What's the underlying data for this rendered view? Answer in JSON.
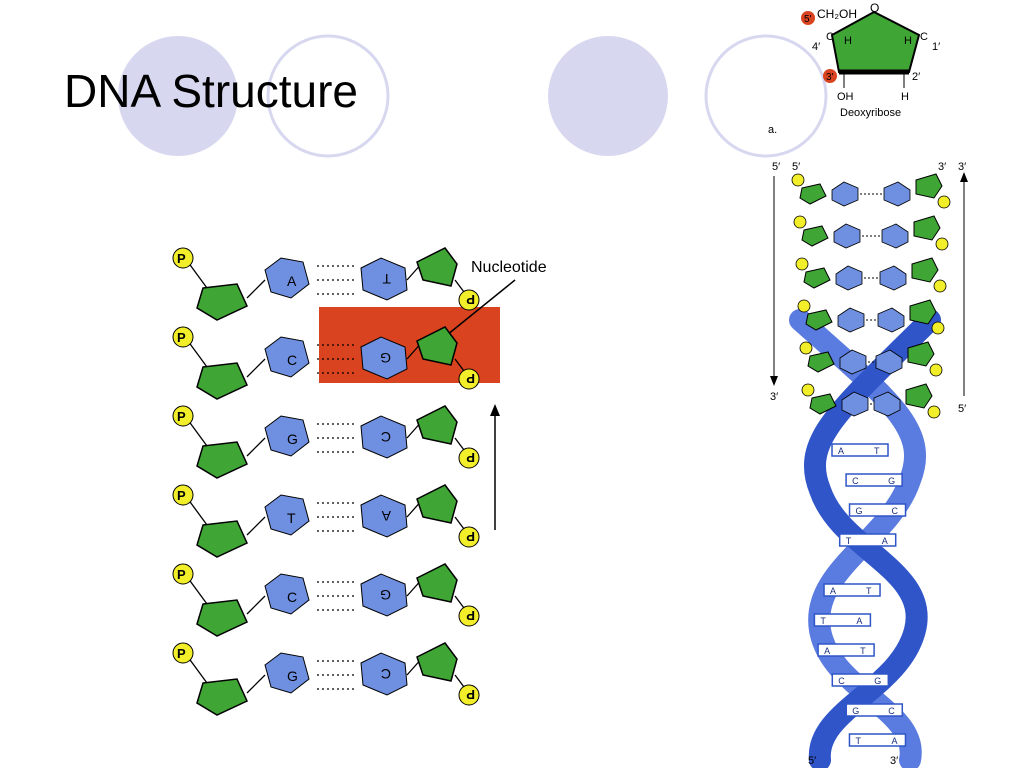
{
  "slide": {
    "title": "DNA Structure"
  },
  "colors": {
    "phosphate": "#f2ef2a",
    "sugar": "#3fa535",
    "base": "#6f8fe0",
    "highlight": "#d9431f",
    "circle": "#d7d8ef",
    "helix": "#3d64d9"
  },
  "left_diagram": {
    "callout": "Nucleotide",
    "phosphate_label": "P",
    "rows": [
      {
        "left": "A",
        "right": "T"
      },
      {
        "left": "C",
        "right": "G"
      },
      {
        "left": "G",
        "right": "C"
      },
      {
        "left": "T",
        "right": "A"
      },
      {
        "left": "C",
        "right": "G"
      },
      {
        "left": "G",
        "right": "C"
      }
    ]
  },
  "sugar_diagram": {
    "name": "Deoxyribose",
    "ch2oh": "CH₂OH",
    "ring_o": "O",
    "oh": "OH",
    "h": "H",
    "c": "C",
    "five": "5'",
    "four": "4′",
    "one": "1′",
    "two": "2′",
    "three": "3'",
    "panel_letter": "a."
  },
  "helix_diagram": {
    "top_left": [
      "5′",
      "5′"
    ],
    "top_right": [
      "3′",
      "3′"
    ],
    "mid_left": "3′",
    "mid_right": "5′",
    "bottom_left": "5′",
    "bottom_right": "3′",
    "ladder": [
      {
        "left": "A",
        "right": "T"
      },
      {
        "left": "C",
        "right": "G"
      },
      {
        "left": "G",
        "right": "C"
      },
      {
        "left": "T",
        "right": "A"
      },
      {
        "left": "A",
        "right": "T"
      },
      {
        "left": "T",
        "right": "A"
      }
    ]
  }
}
